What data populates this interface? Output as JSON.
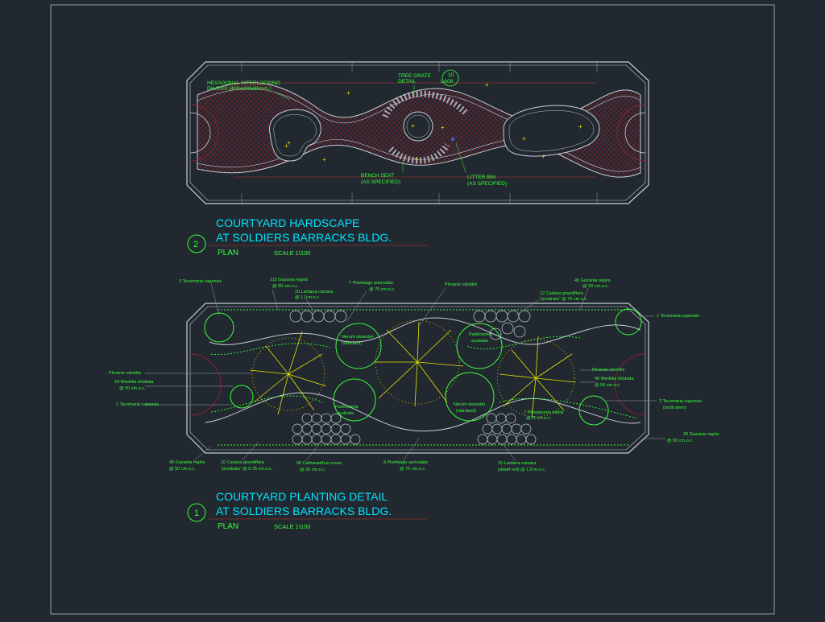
{
  "colors": {
    "background": "#212830",
    "frame": "#9aa0a8",
    "outline": "#c8ccd2",
    "paving": "#8a2330",
    "label": "#39ff39",
    "title": "#00e5ff",
    "planting": "#e6e600",
    "red_line": "#c0392b"
  },
  "hardscape": {
    "title_line1": "COURTYARD HARDSCAPE",
    "title_line2": "AT SOLDIERS BARRACKS BLDG.",
    "subtitle": "PLAN",
    "scale": "SCALE 1\\100",
    "number": "2",
    "labels": {
      "pavers_1": "HEXAGONAL INTERLOCKING",
      "pavers_2": "PAVERS (400x200x80mm.)",
      "grate_1": "TREE GRATE",
      "grate_2": "DETAIL",
      "ref_1": "10",
      "ref_2": "LA08",
      "bench_1": "BENCH SEAT",
      "bench_2": "(AS SPECIFIED)",
      "bin_1": "LITTER BIN",
      "bin_2": "(AS SPECIFIED)"
    }
  },
  "planting": {
    "title_line1": "COURTYARD PLANTING DETAIL",
    "title_line2": "AT SOLDIERS BARRACKS BLDG.",
    "subtitle": "PLAN",
    "scale": "SCALE 1\\100",
    "number": "1",
    "labels": {
      "l01": "3 Tecomaria capensis",
      "l02a": "115 Gazania regins",
      "l02b": "@ 50 cm.o.c.",
      "l03a": "10 Lantana camara",
      "l03b": "@ 1.0 m.o.c",
      "l04a": "7 Plumbago auriculata",
      "l04b": "@ 75 cm.o.c.",
      "l05": "Phoenix robellini",
      "l06a": "12 Carissa grandiflora",
      "l06b": "\"prostrata\" @ 75 cm.o.c.",
      "l07a": "45 Gazania regins",
      "l07b": "@ 50 cm.o.c.",
      "l08": "1 Tecomaria capensis",
      "l09": "Phoenix robellini",
      "l10a": "24 Wedelia trilobata",
      "l10b": "@ 50 cm.o.c.",
      "l11": "1 Tecomaria capensis",
      "l12": "Phoenix robellini",
      "l13a": "40 Wedelia trilobata",
      "l13b": "@ 50 cm.o.c.",
      "l14a": "2 Tecomaria capensis",
      "l14b": "(multi stem)",
      "l15a": "30 Gazania regins",
      "l15b": "@ 50 cm.o.c.",
      "l16a": "40 Gazania regins",
      "l16b": "@ 50 cm.o.c.",
      "l17a": "10 Carissa grandiflora",
      "l17b": "\"prostrata\" @ 0.75 cm.o.c.",
      "l18a": "90 Catharanthus rosea",
      "l18b": "@ 50 cm.o.c.",
      "l19a": "9 Plumbago auriculata",
      "l19b": "@ 75 cm.o.c.",
      "l20a": "15 Lantana camara",
      "l20b": "(dwarf red) @ 1.5 m.o.c.",
      "i01a": "Nerum oleander",
      "i01b": "(standard)",
      "i02a": "Parkinsonia",
      "i02b": "aculeata",
      "i03a": "Parkinsonia",
      "i03b": "aculeata",
      "i04a": "Nerum oleander",
      "i04b": "(standard)",
      "i05a": "7 Pittosporum tobira",
      "i05b": "@75 cm.o.c."
    }
  }
}
